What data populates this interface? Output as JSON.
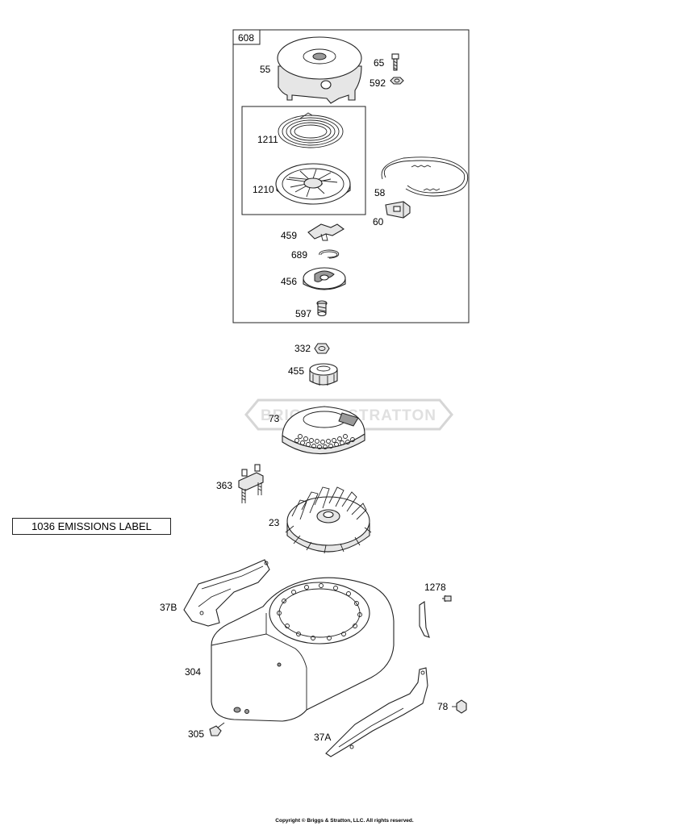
{
  "watermark": "BRIGGS & STRATTON",
  "kit_label": "608",
  "emissions_label": "1036 EMISSIONS LABEL",
  "copyright": "Copyright © Briggs & Stratton, LLC. All rights reserved.",
  "callouts": {
    "p55": "55",
    "p65": "65",
    "p592": "592",
    "p1211": "1211",
    "p1210": "1210",
    "p58": "58",
    "p60": "60",
    "p459": "459",
    "p689": "689",
    "p456": "456",
    "p597": "597",
    "p332": "332",
    "p455": "455",
    "p73": "73",
    "p363": "363",
    "p23": "23",
    "p37B": "37B",
    "p1278": "1278",
    "p304": "304",
    "p78": "78",
    "p305": "305",
    "p37A": "37A"
  }
}
